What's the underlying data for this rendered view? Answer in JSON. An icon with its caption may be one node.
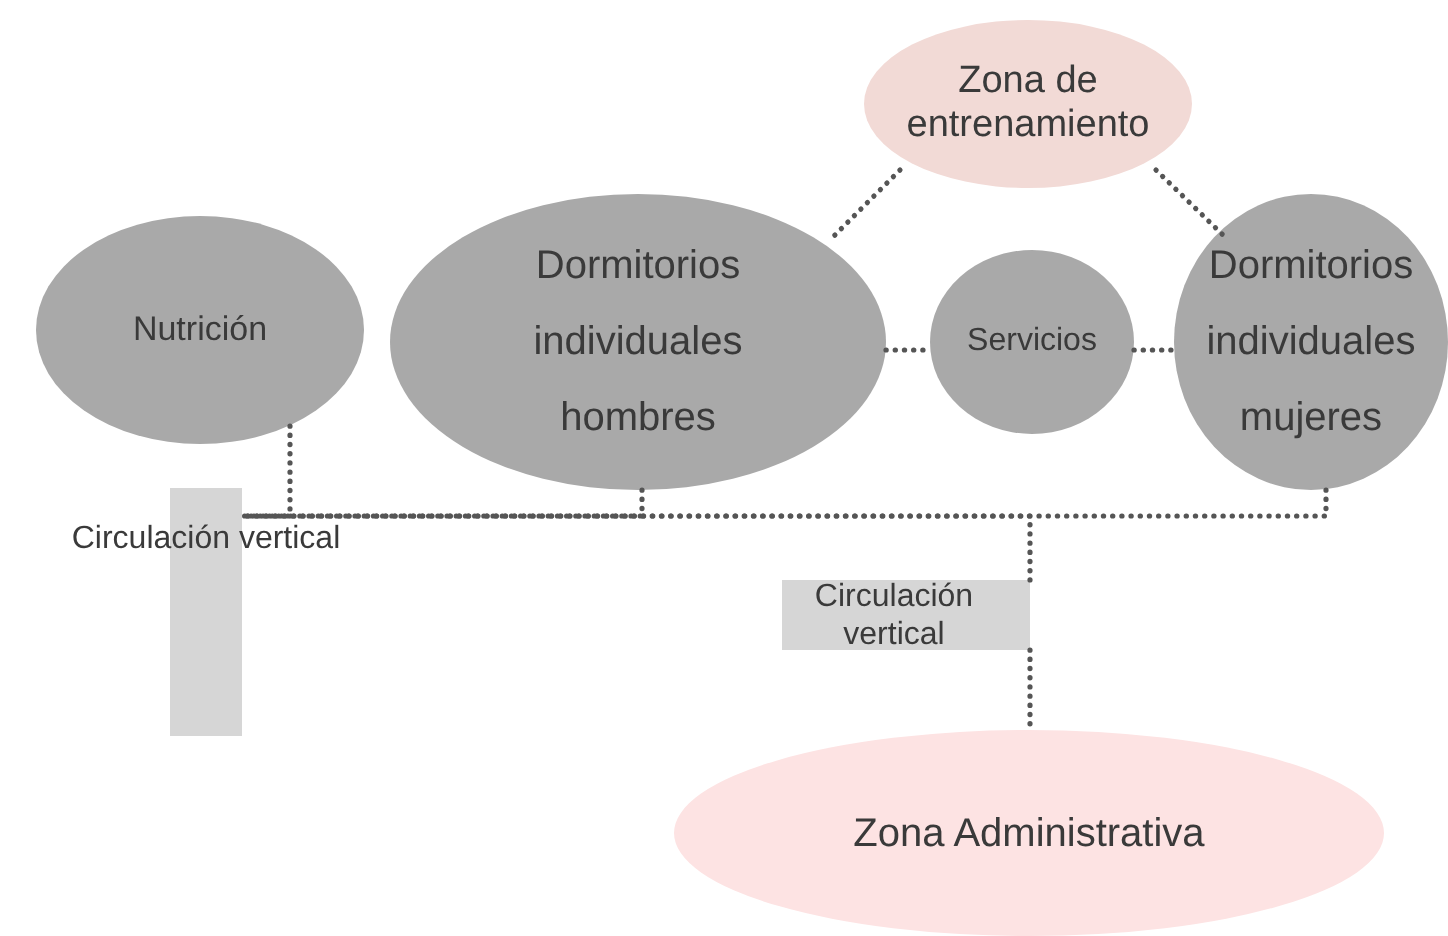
{
  "diagram": {
    "nodes": [
      {
        "text": [
          "Zona de entrenamiento"
        ]
      },
      {
        "text": [
          "Nutrición"
        ]
      },
      {
        "text": [
          "Dormitorios individuales hombres"
        ]
      },
      {
        "text": [
          "Servicios"
        ]
      },
      {
        "text": [
          "Dormitorios individuales mujeres"
        ]
      },
      {
        "text": [
          "Circulación vertical"
        ]
      },
      {
        "text": [
          "Circulación vertical"
        ]
      },
      {
        "text": [
          "Zona Administrativa"
        ]
      }
    ],
    "edges": [
      {
        "from": 1,
        "to": 5,
        "arrow": "none"
      },
      {
        "from": 2,
        "to": 5,
        "arrow": "none"
      },
      {
        "from": 4,
        "to": 5,
        "arrow": "none"
      },
      {
        "from": 6,
        "to": 5,
        "arrow": "none"
      },
      {
        "from": 0,
        "to": 2,
        "arrow": "none"
      },
      {
        "from": 0,
        "to": 4,
        "arrow": "none"
      },
      {
        "from": 2,
        "to": 3,
        "arrow": "none"
      },
      {
        "from": 3,
        "to": 4,
        "arrow": "none"
      },
      {
        "from": 6,
        "to": 7,
        "arrow": "none"
      }
    ]
  }
}
